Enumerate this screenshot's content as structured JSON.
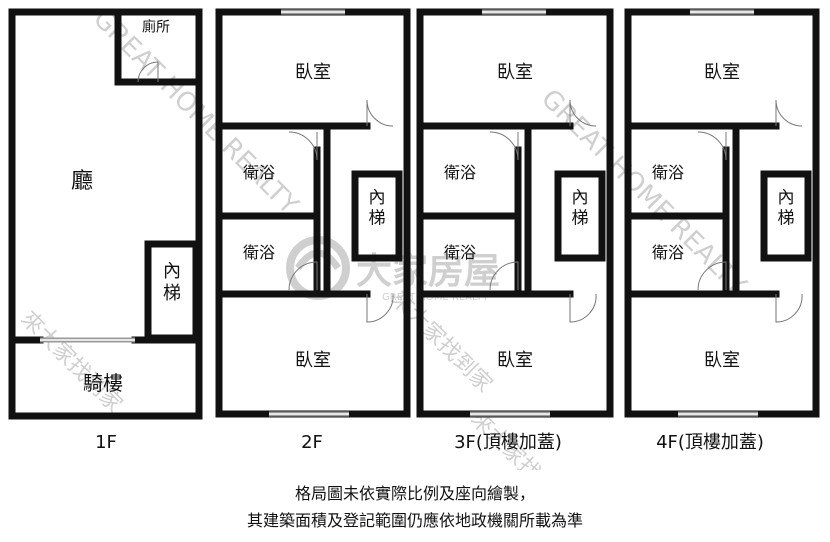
{
  "watermark": {
    "brand": "大家房屋",
    "brand_en": "GREAT HOME REALTY",
    "slogan": "來大家找到家"
  },
  "floors": [
    {
      "label": "1F",
      "rooms": {
        "hall": "廳",
        "toilet": "廁所",
        "stairs": "內\n梯",
        "arcade": "騎樓"
      }
    },
    {
      "label": "2F",
      "rooms": {
        "bedroom_top": "臥室",
        "bath1": "衛浴",
        "bath2": "衛浴",
        "stairs": "內\n梯",
        "bedroom_bottom": "臥室"
      }
    },
    {
      "label": "3F(頂樓加蓋)",
      "rooms": {
        "bedroom_top": "臥室",
        "bath1": "衛浴",
        "bath2": "衛浴",
        "stairs": "內\n梯",
        "bedroom_bottom": "臥室"
      }
    },
    {
      "label": "4F(頂樓加蓋)",
      "rooms": {
        "bedroom_top": "臥室",
        "bath1": "衛浴",
        "bath2": "衛浴",
        "stairs": "內\n梯",
        "bedroom_bottom": "臥室"
      }
    }
  ],
  "notes": {
    "line1": "格局圖未依實際比例及座向繪製，",
    "line2": "其建築面積及登記範圍仍應依地政機關所載為準"
  },
  "colors": {
    "wall": "#111111",
    "window": "#9a9a9a",
    "watermark": "#cfcfcf",
    "background": "#ffffff"
  }
}
